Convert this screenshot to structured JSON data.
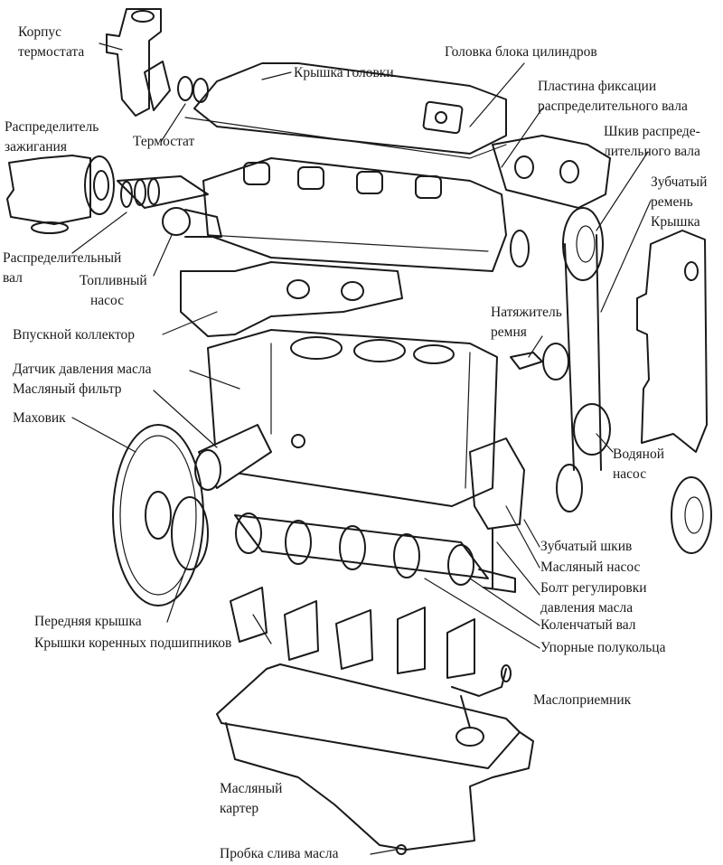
{
  "labels": {
    "thermostat_housing": [
      "Корпус",
      "термостата"
    ],
    "head_cover": "Крышка головки",
    "cylinder_head": "Головка блока цилиндров",
    "camshaft_plate": [
      "Пластина фиксации",
      "распределительного вала"
    ],
    "distributor": [
      "Распределитель",
      "зажигания"
    ],
    "thermostat": "Термостат",
    "camshaft_pulley": [
      "Шкив распреде-",
      "лительного вала"
    ],
    "timing_belt_cover": [
      "Зубчатый",
      "ремень",
      "Крышка"
    ],
    "camshaft": [
      "Распределительный",
      "вал"
    ],
    "fuel_pump": [
      "Топливный",
      "насос"
    ],
    "intake_manifold": "Впускной коллектор",
    "belt_tensioner": [
      "Натяжитель",
      "ремня"
    ],
    "oil_pressure_sensor": "Датчик давления масла",
    "oil_filter": "Масляный фильтр",
    "flywheel": "Маховик",
    "water_pump": [
      "Водяной",
      "насос"
    ],
    "toothed_pulley": "Зубчатый шкив",
    "oil_pump": "Масляный насос",
    "oil_pressure_bolt": [
      "Болт регулировки",
      "давления масла"
    ],
    "crankshaft": "Коленчатый вал",
    "thrust_washers": "Упорные полукольца",
    "front_cover": "Передняя крышка",
    "main_bearing_caps": "Крышки коренных подшипников",
    "oil_pickup": "Маслоприемник",
    "oil_pan": [
      "Масляный",
      "картер"
    ],
    "drain_plug": "Пробка слива масла"
  }
}
